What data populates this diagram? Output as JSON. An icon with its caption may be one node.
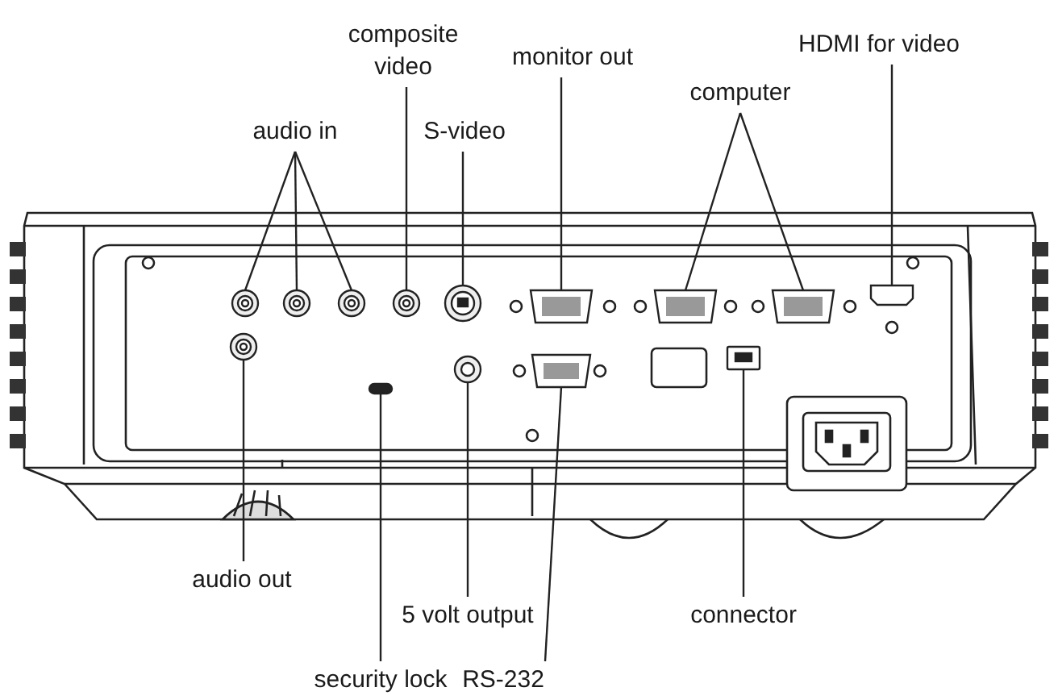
{
  "diagram": {
    "nodes": [
      {
        "text": [
          "audio in"
        ]
      },
      {
        "text": [
          "composite video"
        ]
      },
      {
        "text": [
          "S-video"
        ]
      },
      {
        "text": [
          "monitor out"
        ]
      },
      {
        "text": [
          "computer"
        ]
      },
      {
        "text": [
          "HDMI for video"
        ]
      },
      {
        "text": [
          "audio out"
        ]
      },
      {
        "text": [
          "5 volt output"
        ]
      },
      {
        "text": [
          "connector"
        ]
      },
      {
        "text": [
          "security lock"
        ]
      },
      {
        "text": [
          "RS-232"
        ]
      },
      {
        "text": [],
        "shape": "circle"
      },
      {
        "text": [],
        "shape": "circle"
      },
      {
        "text": [],
        "shape": "circle"
      },
      {
        "text": [],
        "shape": "circle"
      },
      {
        "text": [],
        "shape": "circle"
      },
      {
        "text": [],
        "shape": "box"
      },
      {
        "text": [],
        "shape": "box"
      },
      {
        "text": [],
        "shape": "box"
      },
      {
        "text": [],
        "shape": "box"
      },
      {
        "text": [],
        "shape": "circle"
      },
      {
        "text": [],
        "shape": "circle"
      },
      {
        "text": [],
        "shape": "box"
      },
      {
        "text": [],
        "shape": "box"
      },
      {
        "text": [],
        "shape": "box"
      }
    ],
    "edges": [
      {
        "from": 0,
        "to": 11,
        "arrow": "none"
      },
      {
        "from": 0,
        "to": 12,
        "arrow": "none"
      },
      {
        "from": 0,
        "to": 13,
        "arrow": "none"
      },
      {
        "from": 1,
        "to": 14,
        "arrow": "none"
      },
      {
        "from": 2,
        "to": 15,
        "arrow": "none"
      },
      {
        "from": 3,
        "to": 16,
        "arrow": "none"
      },
      {
        "from": 4,
        "to": 17,
        "arrow": "none"
      },
      {
        "from": 4,
        "to": 18,
        "arrow": "none"
      },
      {
        "from": 5,
        "to": 19,
        "arrow": "none"
      },
      {
        "from": 6,
        "to": 20,
        "arrow": "none"
      },
      {
        "from": 7,
        "to": 21,
        "arrow": "none"
      },
      {
        "from": 8,
        "to": 22,
        "arrow": "none"
      },
      {
        "from": 9,
        "to": 23,
        "arrow": "none"
      },
      {
        "from": 10,
        "to": 24,
        "arrow": "none"
      }
    ]
  }
}
